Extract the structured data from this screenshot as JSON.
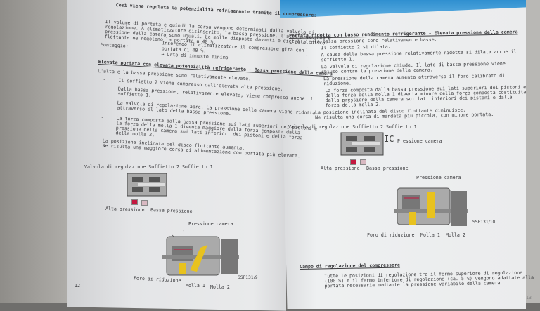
{
  "left_page": {
    "intro_title": "Così viene regolata la potenzialità refrigerante tramite il compressore:",
    "intro_lines": [
      "Il volume di portata e quindi la corsa vengono determinati dalla valvola di",
      "regolazione. A climatizzatore disinserito, la bassa pressione, l'alta pressione e",
      "pressione della camera sono uguali. Le molle disposte davanti e dietro il disco",
      "flottante ne regolano la portata a 40 %."
    ],
    "mounting_label": "Montaggio:",
    "mounting_lines": [
      "Inserendo il climatizzatore il compressore gira con",
      "portata di 40 %.",
      "→ Urto di innesto minimo"
    ],
    "section_heading": "Elevata portata con elevata potenzialità refrigerante - Bassa pressione della camera",
    "section_intro": "L'alta e la bassa pressione sono relativamente elevate.",
    "bullets": [
      [
        "Il soffietto 2 viene compresso dall'elevata alta pressione."
      ],
      [
        "Dalla bassa pressione, relativamente elevata, viene compresso anche il",
        "soffietto 1."
      ],
      [
        "La valvola di regolazione apre. La pressione della camera viene ridotta",
        "attraverso il lato della bassa pressione."
      ],
      [
        "La forza composta dalla bassa pressione sui lati superiori dei pistoni e",
        "la forza della molla 1 diventa maggiore della forza composta dalla",
        "pressione della camera sui lati inferiori dei pistoni e della forza",
        "della molla 2."
      ]
    ],
    "conclusion": [
      "La posizione inclinata del disco flottante aumenta.",
      "Ne risulta una maggiore corsa di alimentazione con portata più elevata."
    ],
    "diagram_caption": "Valvola di regolazione  Soffietto 2  Soffietto 1",
    "legend_high": "Alta pressione",
    "legend_low": "Bassa pressione",
    "label_chamber": "Pressione camera",
    "label_orifice": "Foro di riduzione",
    "label_spring1": "Molla 1",
    "label_spring2": "Molla 2",
    "figure_code": "SSP131/9",
    "page_number": "12"
  },
  "right_page": {
    "section_heading": "Portata ridotta con basso rendimento refrigerante - Elevata pressione della camera",
    "section_intro": "L'alta e la bassa pressione sono relativamente basse.",
    "bullets": [
      [
        "Il soffietto 2 si dilata."
      ],
      [
        "A causa della bassa pressione relativamente ridotta si dilata anche il",
        "soffietto 1."
      ],
      [
        "La valvola di regolazione chiude. Il lato di bassa pressione viene",
        "chiuso contro la pressione della camera."
      ],
      [
        "La pressione della camera aumenta attraverso il foro calibrato di",
        "riduzione."
      ],
      [
        "La forza composta dalla bassa pressione sui lati superiori dei pistoni e",
        "dalla forza della molla 1 diventa minore della forza composta costituita",
        "dalla pressione della camera sui lati inferiori dei pistoni e dalla",
        "forza della molla 2."
      ]
    ],
    "conclusion": [
      "La posizione inclinata del disco flottante diminuisce.",
      "Ne risulta una corsa di mandata più piccola, con minore portata."
    ],
    "diagram_caption": "Valvola di regolazione  Soffietto 2  Soffietto 1",
    "label_chamber_top": "Pressione camera",
    "legend_high": "Alta pressione",
    "legend_low": "Bassa pressione",
    "label_chamber": "Pressione camera",
    "label_orifice": "Foro di riduzione",
    "label_spring1": "Molla 1",
    "label_spring2": "Molla 2",
    "figure_code": "SSP131/10",
    "range_heading": "Campo di regolazione del compressore",
    "range_lines": [
      "Tutte le posizioni di regolazione tra il fermo superiore di regolazione",
      "(100 %) e il fermo inferiore di regolazione (ca. 5 %) vengono adattate alla",
      "portata necessaria mediante la pressione variabile della camera."
    ],
    "page_number": "13"
  },
  "colors": {
    "high_pressure": "#c4173f",
    "low_pressure": "#d9b9c2",
    "spring": "#e8c21e",
    "header_band": "#3a96d4"
  }
}
